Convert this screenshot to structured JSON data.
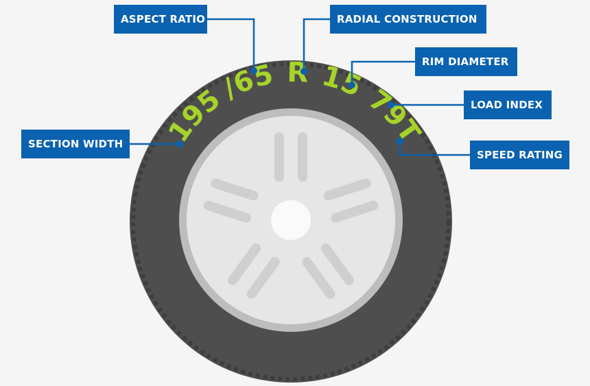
{
  "tire_code": [
    "195",
    "/65",
    "R",
    "15",
    "79T"
  ],
  "labels": {
    "aspect_ratio": "ASPECT RATIO",
    "radial_construction": "RADIAL CONSTRUCTION",
    "rim_diameter": "RIM DIAMETER",
    "load_index": "LOAD INDEX",
    "section_width": "SECTION WIDTH",
    "speed_rating": "SPEED RATING"
  },
  "colors": {
    "background": "#f5f5f5",
    "tire": "#4e4e4e",
    "tire_edge": "#3e3e3e",
    "rim_outer": "#bdbdbd",
    "rim_face": "#e6e6e6",
    "rim_cutout": "#cfcfcf",
    "code_text": "#a6d32a",
    "label_box": "#0a62b0",
    "connector": "#0a62b0"
  }
}
